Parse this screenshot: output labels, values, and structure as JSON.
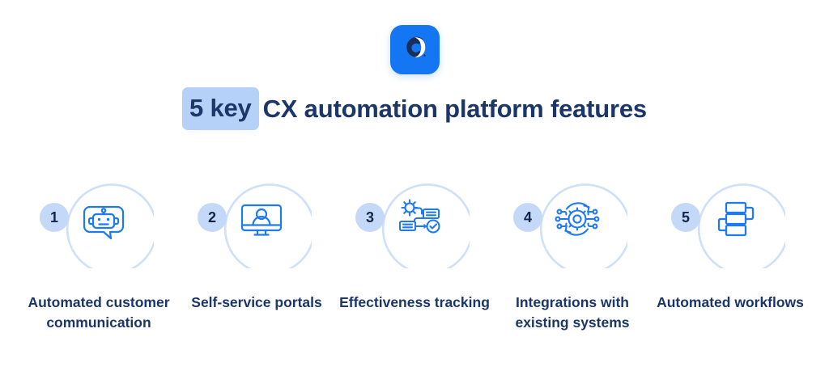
{
  "colors": {
    "background": "#ffffff",
    "logo_tile": "#1476f2",
    "title_text": "#1b3668",
    "title_highlight_bg": "#b6d1f7",
    "ring_stroke": "#cfe0f8",
    "badge_bg": "#c3d9f7",
    "badge_text": "#12264d",
    "icon_stroke": "#1f7af0",
    "caption_text": "#1b3668"
  },
  "logo": {
    "icon": "commbox-c-logo-icon",
    "alt": "C"
  },
  "title": {
    "highlight": "5 key",
    "rest": "CX automation platform features"
  },
  "features": [
    {
      "number": "1",
      "icon": "chatbot-speech-bubble-icon",
      "caption": "Automated customer communication"
    },
    {
      "number": "2",
      "icon": "monitor-user-portal-icon",
      "caption": "Self-service portals"
    },
    {
      "number": "3",
      "icon": "gear-documents-checkmark-icon",
      "caption": "Effectiveness tracking"
    },
    {
      "number": "4",
      "icon": "gear-sync-network-nodes-icon",
      "caption": "Integrations with existing systems"
    },
    {
      "number": "5",
      "icon": "workflow-flowchart-boxes-icon",
      "caption": "Automated workflows"
    }
  ]
}
